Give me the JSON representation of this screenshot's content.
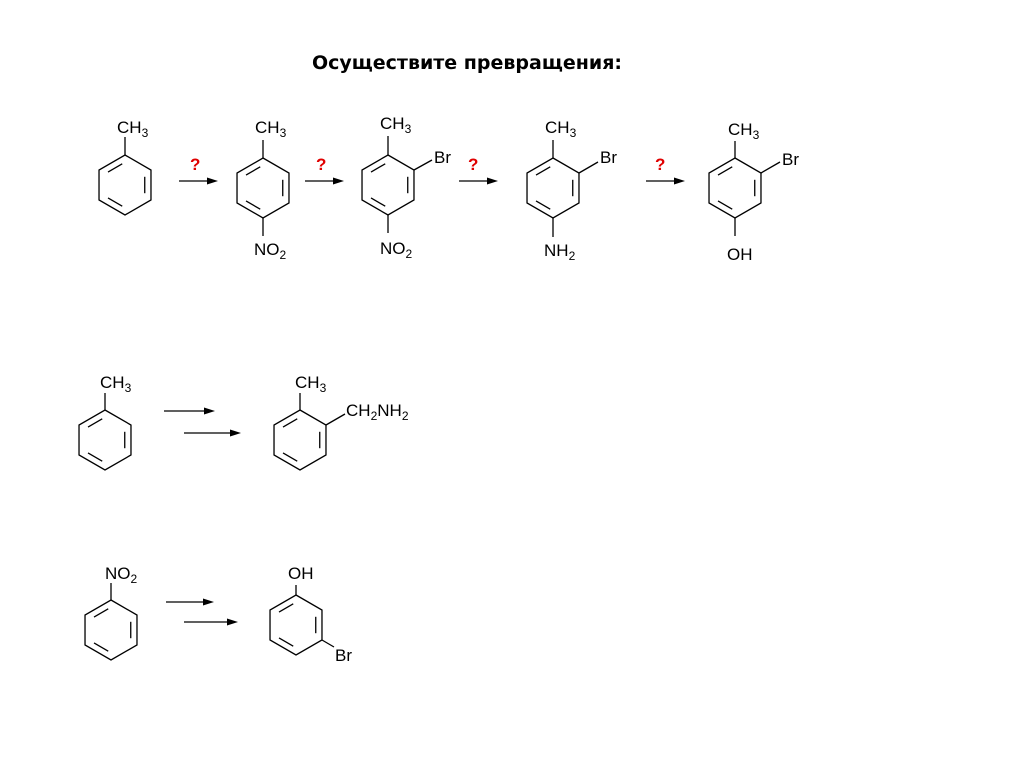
{
  "title": "Осуществите превращения:",
  "question_mark": "?",
  "colors": {
    "question_mark": "#e00000",
    "bonds": "#000000"
  },
  "rows": [
    {
      "id": "row1",
      "structures": [
        {
          "id": "toluene",
          "substituents": [
            {
              "label": "CH",
              "sub": "3"
            }
          ]
        },
        {
          "id": "4-nitrotoluene",
          "substituents": [
            {
              "label": "CH",
              "sub": "3"
            },
            {
              "label": "NO",
              "sub": "2"
            }
          ]
        },
        {
          "id": "2-bromo-4-nitrotoluene",
          "substituents": [
            {
              "label": "CH",
              "sub": "3"
            },
            {
              "label": "Br",
              "sub": ""
            },
            {
              "label": "NO",
              "sub": "2"
            }
          ]
        },
        {
          "id": "3-bromo-4-methylaniline",
          "substituents": [
            {
              "label": "CH",
              "sub": "3"
            },
            {
              "label": "Br",
              "sub": ""
            },
            {
              "label": "NH",
              "sub": "2"
            }
          ]
        },
        {
          "id": "3-bromo-4-methylphenol",
          "substituents": [
            {
              "label": "CH",
              "sub": "3"
            },
            {
              "label": "Br",
              "sub": ""
            },
            {
              "label": "OH",
              "sub": ""
            }
          ]
        }
      ]
    },
    {
      "id": "row2",
      "structures": [
        {
          "id": "toluene",
          "substituents": [
            {
              "label": "CH",
              "sub": "3"
            }
          ]
        },
        {
          "id": "2-methylbenzylamine",
          "substituents": [
            {
              "label": "CH",
              "sub": "3"
            },
            {
              "label": "CH",
              "sub": "2",
              "tail": "NH",
              "tail_sub": "2"
            }
          ]
        }
      ]
    },
    {
      "id": "row3",
      "structures": [
        {
          "id": "nitrobenzene",
          "substituents": [
            {
              "label": "NO",
              "sub": "2"
            }
          ]
        },
        {
          "id": "3-bromophenol",
          "substituents": [
            {
              "label": "OH",
              "sub": ""
            },
            {
              "label": "Br",
              "sub": ""
            }
          ]
        }
      ]
    }
  ]
}
